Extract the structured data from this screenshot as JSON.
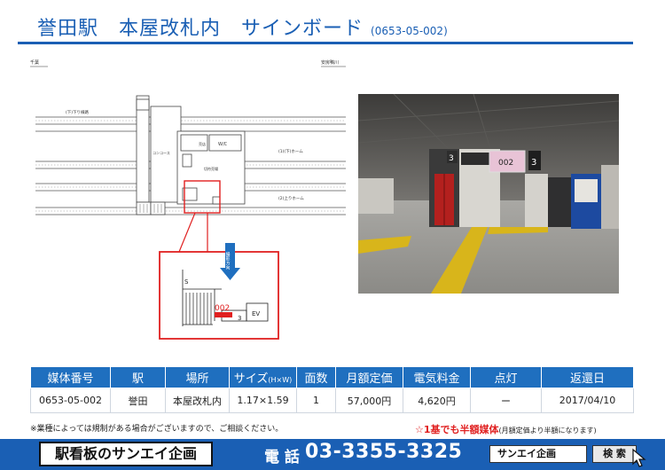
{
  "header": {
    "title": "誉田駅　本屋改札内　サインボード",
    "code": "(0653-05-002)"
  },
  "map": {
    "label_left": "千葉",
    "label_right": "安房鴨川",
    "label_platform_down": "(下)下り線路",
    "label_platform_1": "(1)(下)ホーム",
    "label_platform_2": "(2)上りホーム",
    "label_wc": "W/C",
    "label_shop": "売店",
    "label_ticket": "切符売場",
    "label_concourse": "コンコース",
    "inset_s": "S",
    "inset_code": "002",
    "inset_3": "3",
    "inset_ev": "EV",
    "arrow_label": "撮影方向"
  },
  "photo": {
    "panel_code": "002",
    "sign_3_left": "3",
    "sign_3_right": "3"
  },
  "table": {
    "headers": [
      "媒体番号",
      "駅",
      "場所",
      "サイズ",
      "面数",
      "月額定価",
      "電気料金",
      "点灯",
      "返還日"
    ],
    "size_unit": "(H×W)",
    "row": [
      "0653-05-002",
      "誉田",
      "本屋改札内",
      "1.17×1.59",
      "1",
      "57,000円",
      "4,620円",
      "ー",
      "2017/04/10"
    ]
  },
  "notes": {
    "left": "※業種によっては規制がある場合がございますので、ご相談ください。",
    "half_price": "☆1基でも半額媒体",
    "half_price_note": "(月額定価より半額になります)"
  },
  "footer": {
    "logo": "駅看板のサンエイ企画",
    "phone_label": "電 話",
    "phone": "03-3355-3325",
    "search_text": "サンエイ企画",
    "search_button": "検 索"
  },
  "colors": {
    "brand_blue": "#1a5fb4",
    "table_header": "#1f6fbf",
    "highlight_red": "#e02020",
    "tactile_yellow": "#d8b51b"
  }
}
